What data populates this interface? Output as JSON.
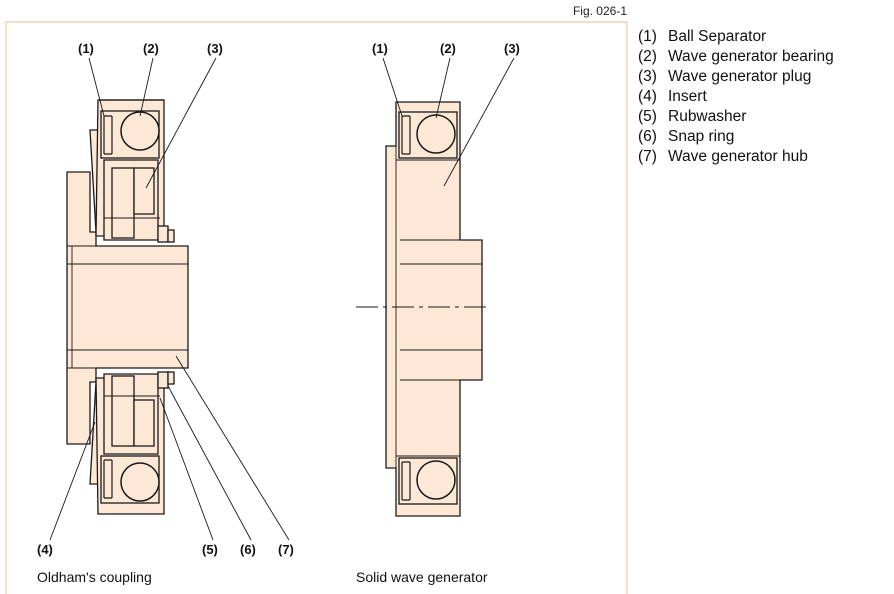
{
  "figure": {
    "label": "Fig. 026-1",
    "colors": {
      "part_fill": "#fde8d6",
      "frame": "#f2c9a0",
      "line": "#1a1a1a"
    }
  },
  "callouts": {
    "c1": "(1)",
    "c2": "(2)",
    "c3": "(3)",
    "c4": "(4)",
    "c5": "(5)",
    "c6": "(6)",
    "c7": "(7)"
  },
  "captions": {
    "left": "Oldham's coupling",
    "right": "Solid wave generator"
  },
  "legend": [
    {
      "num": "(1)",
      "label": "Ball Separator"
    },
    {
      "num": "(2)",
      "label": "Wave generator bearing"
    },
    {
      "num": "(3)",
      "label": "Wave generator plug"
    },
    {
      "num": "(4)",
      "label": "Insert"
    },
    {
      "num": "(5)",
      "label": "Rubwasher"
    },
    {
      "num": "(6)",
      "label": "Snap ring"
    },
    {
      "num": "(7)",
      "label": "Wave generator hub"
    }
  ]
}
